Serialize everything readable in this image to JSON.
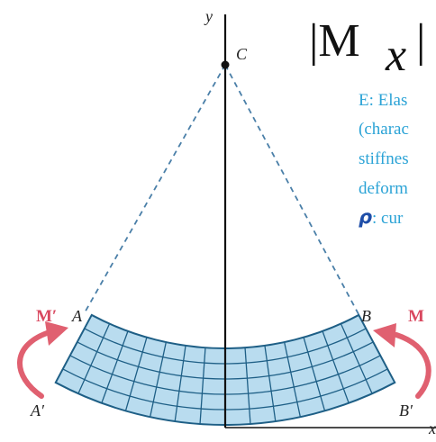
{
  "formula": {
    "text": "|M",
    "subscript": "x",
    "bar": "|"
  },
  "labels": {
    "y_axis": "y",
    "x_axis": "x",
    "center": "C",
    "A": "A",
    "B": "B",
    "A_prime": "A′",
    "B_prime": "B′",
    "moment_left": "M′",
    "moment_right": "M"
  },
  "notes": {
    "line1": "E: Elas",
    "line2": "(charac",
    "line3": "stiffnes",
    "line4": "deform",
    "rho_symbol": "ρ",
    "rho_text": ": cur"
  },
  "colors": {
    "beam_fill": "#b9dcef",
    "beam_stroke": "#1e5f86",
    "moment_arrow": "#e06070",
    "dashed_lines": "#4a7fa8",
    "note_text": "#2ba3d6",
    "rho_color": "#1f4ea8"
  }
}
